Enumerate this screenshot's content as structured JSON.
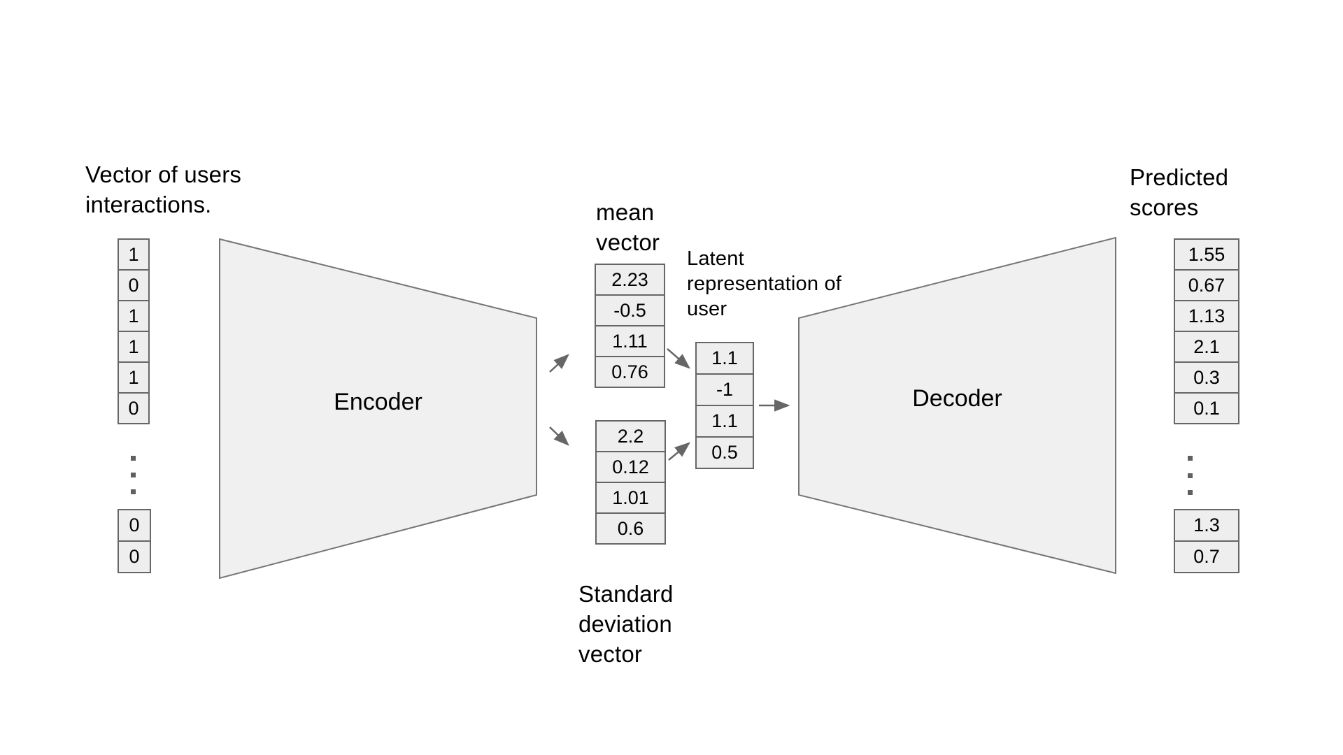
{
  "colors": {
    "text": "#000000",
    "cell_fill": "#eeeeee",
    "cell_border": "#666666",
    "shape_fill": "#f0f0f0",
    "shape_border": "#757575",
    "arrow": "#666666",
    "dots": "#606060"
  },
  "labels": {
    "input": "Vector of users\ninteractions.",
    "mean": "mean\nvector",
    "std": "Standard\ndeviation\nvector",
    "latent": "Latent\nrepresentation of\nuser",
    "predicted": "Predicted\nscores",
    "encoder": "Encoder",
    "decoder": "Decoder"
  },
  "vectors": {
    "input": {
      "values": [
        "1",
        "0",
        "1",
        "1",
        "1",
        "0"
      ],
      "tail": [
        "0",
        "0"
      ]
    },
    "mean": {
      "values": [
        "2.23",
        "-0.5",
        "1.11",
        "0.76"
      ]
    },
    "std": {
      "values": [
        "2.2",
        "0.12",
        "1.01",
        "0.6"
      ]
    },
    "latent": {
      "values": [
        "1.1",
        "-1",
        "1.1",
        "0.5"
      ]
    },
    "predicted": {
      "values": [
        "1.55",
        "0.67",
        "1.13",
        "2.1",
        "0.3",
        "0.1"
      ],
      "tail": [
        "1.3",
        "0.7"
      ]
    }
  }
}
